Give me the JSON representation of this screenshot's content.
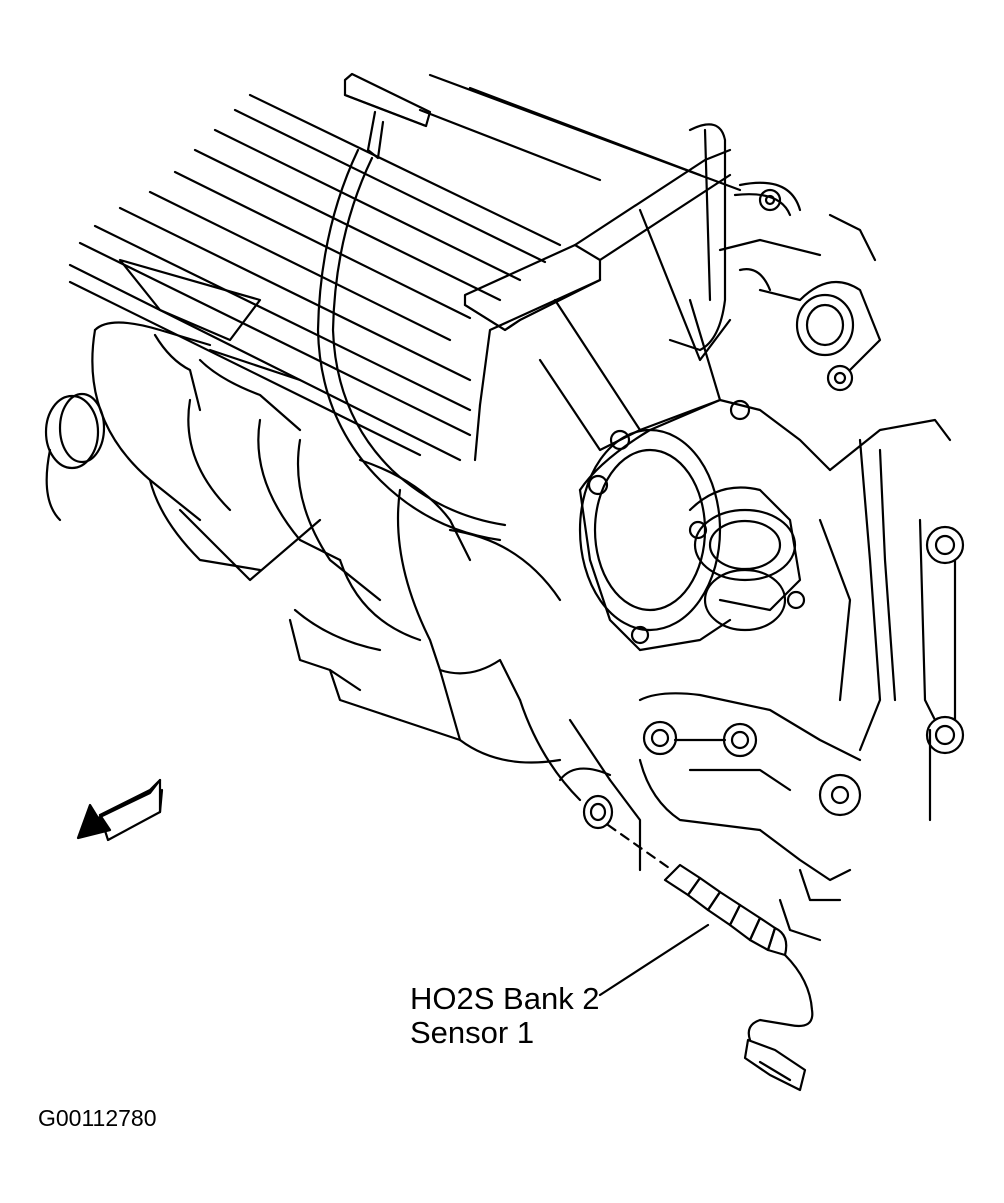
{
  "figure": {
    "callout": {
      "line1": "HO2S Bank 2",
      "line2": "Sensor 1"
    },
    "figure_id": "G00112780"
  },
  "icons": {
    "direction_arrow": "direction-arrow-icon"
  },
  "colors": {
    "ink": "#000000",
    "paper": "#ffffff"
  }
}
